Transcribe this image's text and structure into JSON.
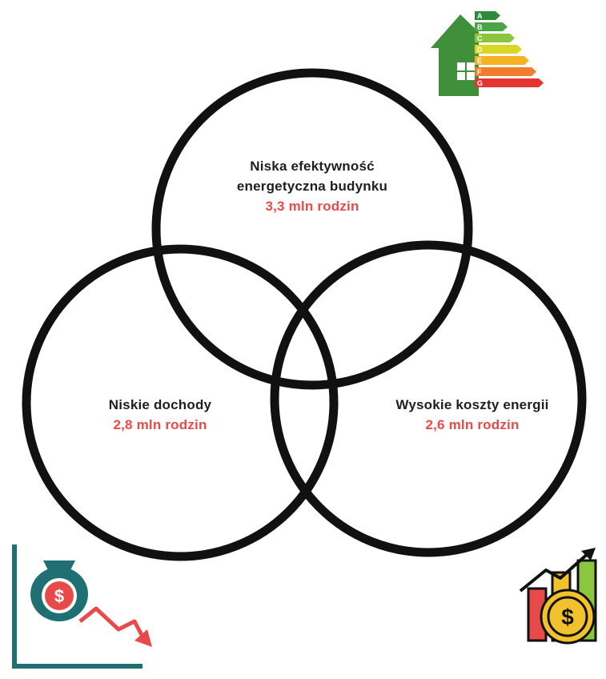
{
  "circles": [
    {
      "id": "efficiency",
      "title_lines": [
        "Niska efektywność",
        "energetyczna budynku"
      ],
      "count": "3,3 mln rodzin"
    },
    {
      "id": "income",
      "title_lines": [
        "Niskie dochody"
      ],
      "count": "2,8 mln rodzin"
    },
    {
      "id": "costs",
      "title_lines": [
        "Wysokie koszty energii"
      ],
      "count": "2,6 mln rodzin"
    }
  ],
  "icons": {
    "energy_label_letters": [
      "A",
      "B",
      "C",
      "D",
      "E",
      "F",
      "G"
    ],
    "energy_label_colors": [
      "#2e8b3a",
      "#49a544",
      "#8cc63f",
      "#d9d626",
      "#f5b324",
      "#ef7d2d",
      "#e3342f"
    ],
    "house_color": "#3f8f3b",
    "money_bag_color": "#1f6f73",
    "money_bag_coin_color": "#e84a4a",
    "decline_arrow_color": "#e84a4a",
    "axis_color": "#1f6f73",
    "coin_color": "#f2c12e",
    "growth_bar_colors": [
      "#e84a4a",
      "#f2c12e",
      "#8cc63f"
    ]
  },
  "colors": {
    "circle_stroke": "#111111",
    "count_text": "#e84a4a",
    "title_text": "#1e1e1e"
  }
}
